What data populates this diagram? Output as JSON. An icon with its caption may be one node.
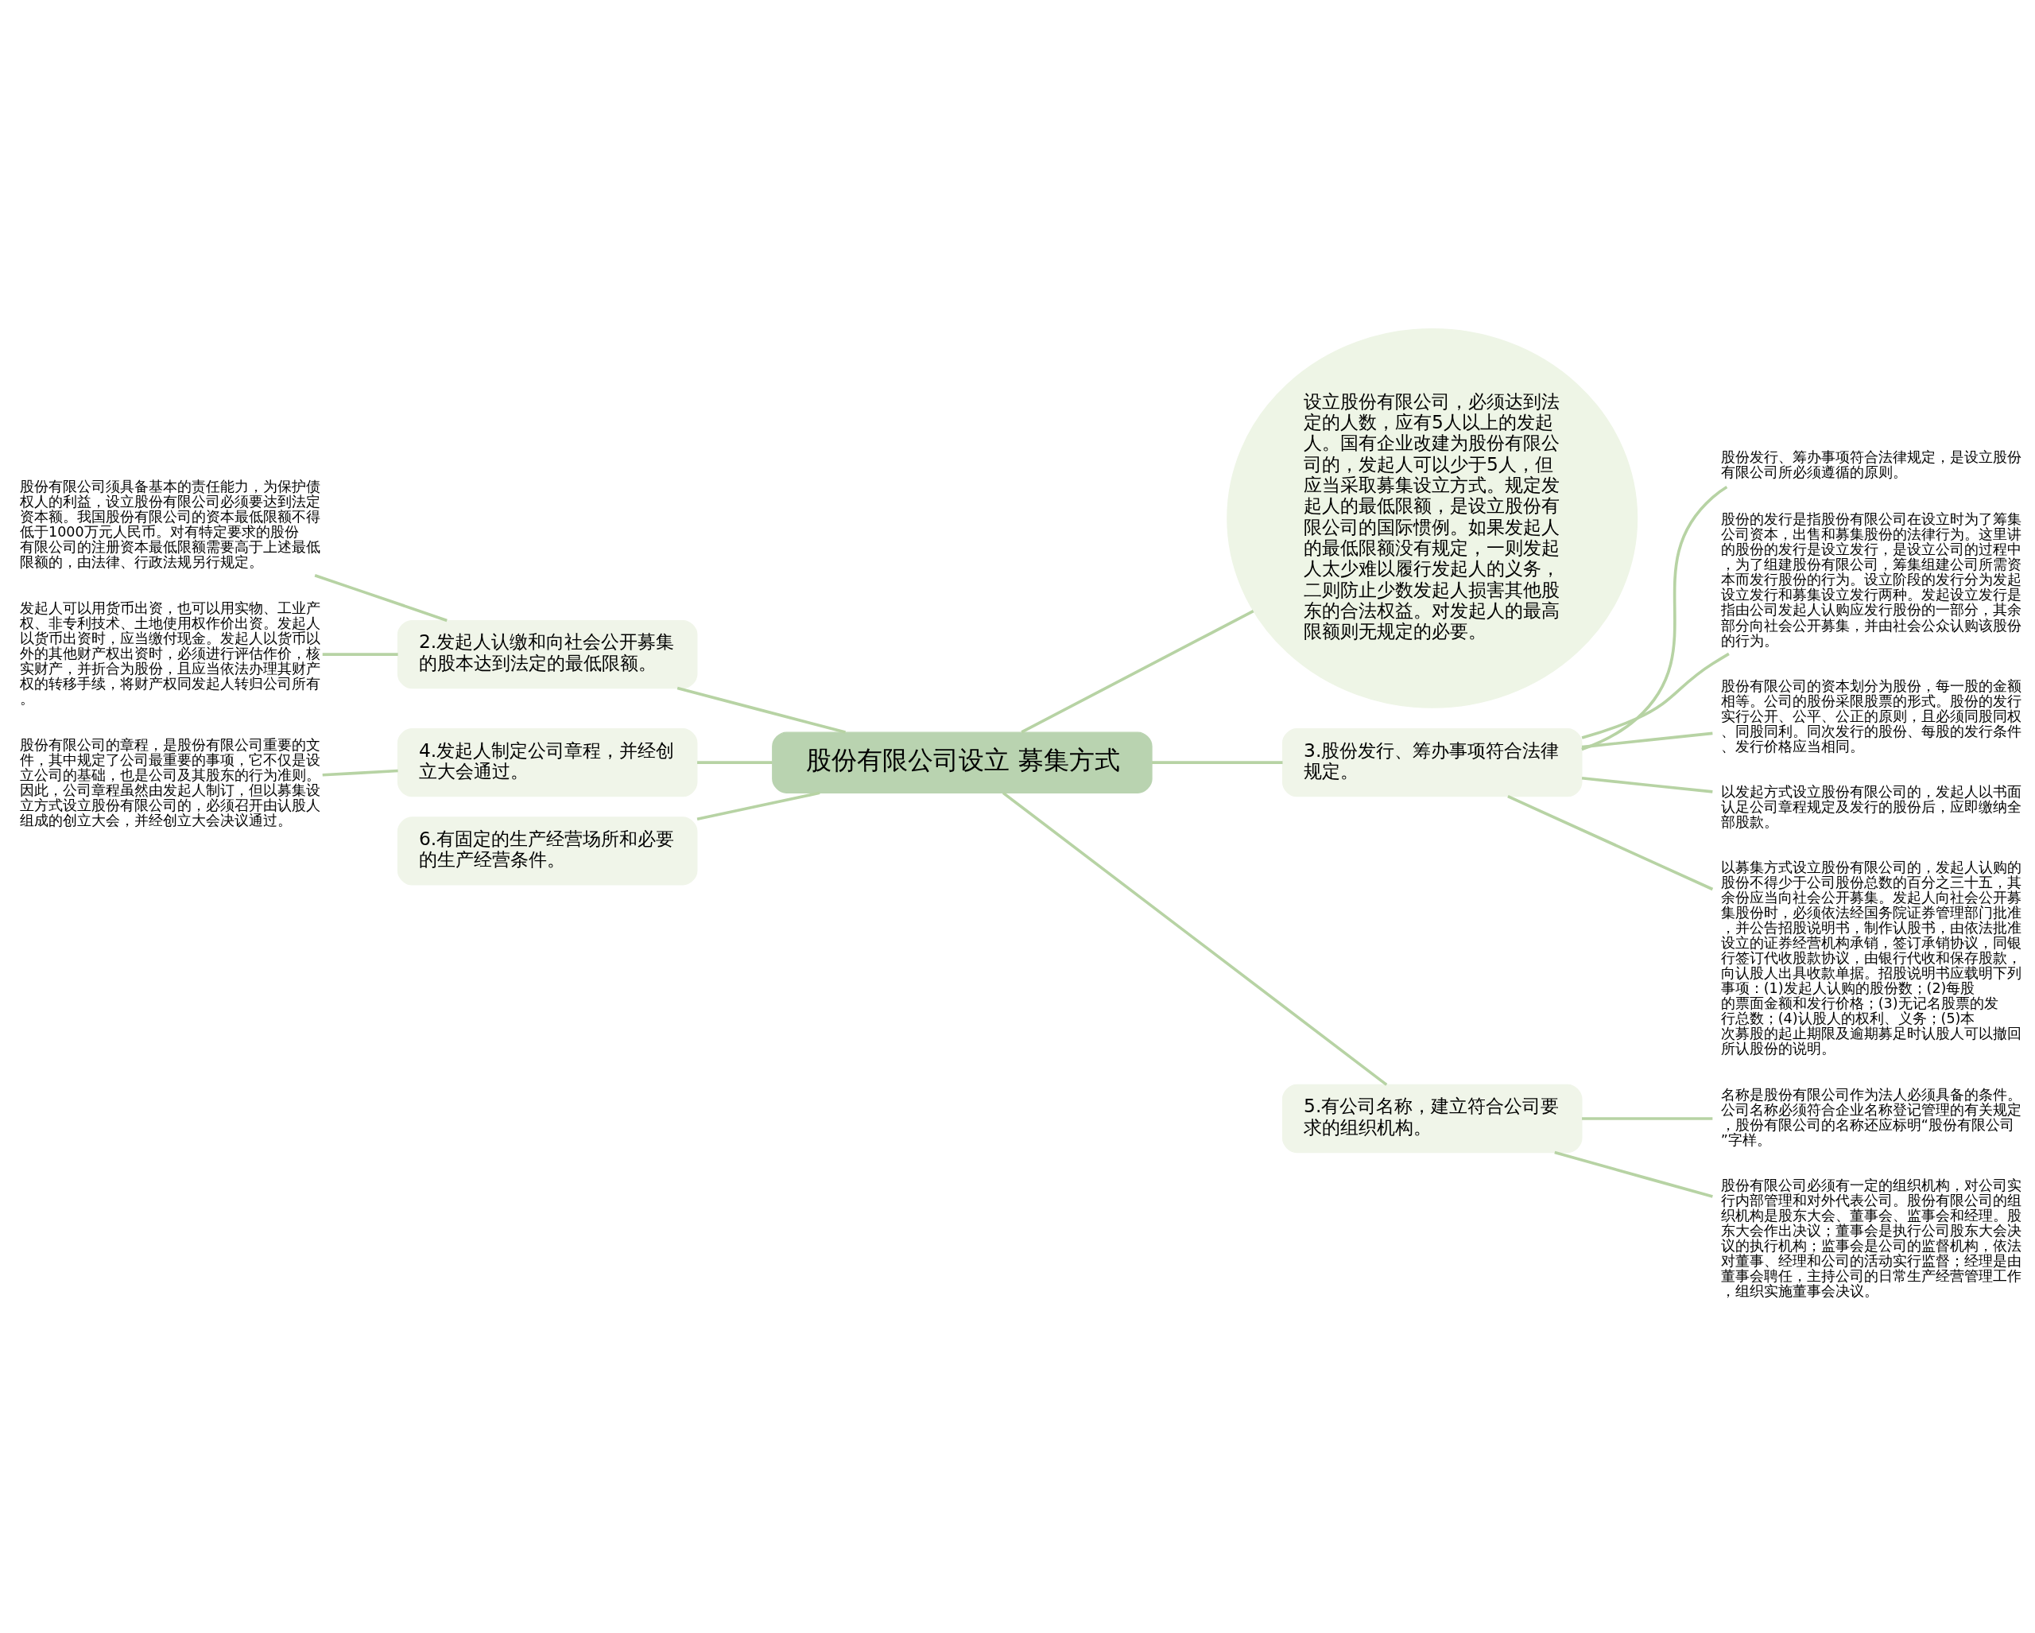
{
  "diagram": {
    "nodes": [
      {
        "text": [
          "股份有限公司设立 募集方式"
        ]
      },
      {
        "text": [
          "设立股份有限公司，必须达到法定的人数，应有5人以上的发起人。国有企业改建为股份有限公司的，发起人可以少于5人，但应当采取募集设立方式。规定发起人的最低限额，是设立股份有限公司的国际惯例。如果发起人的最低限额没有规定，一则发起人太少难以履行发起人的义务，二则防止少数发起人损害其他股东的合法权益。对发起人的最高限额则无规定的必要。"
        ]
      },
      {
        "text": [
          "2.发起人认缴和向社会公开募集的股本达到法定的最低限额。"
        ]
      },
      {
        "text": [
          "股份有限公司须具备基本的责任能力，为保护债权人的利益，设立股份有限公司必须要达到法定资本额。我国股份有限公司的资本最低限额不得低于1000万元人民币。对有特定要求的股份有限公司的注册资本最低限额需要高于上述最低限额的，由法律、行政法规另行规定。"
        ]
      },
      {
        "text": [
          "发起人可以用货币出资，也可以用实物、工业产权、非专利技术、土地使用权作价出资。发起人以货币出资时，应当缴付现金。发起人以货币以外的其他财产权出资时，必须进行评估作价，核实财产，并折合为股份，且应当依法办理其财产权的转移手续，将财产权同发起人转归公司所有。"
        ]
      },
      {
        "text": [
          "3.股份发行、筹办事项符合法律规定。"
        ]
      },
      {
        "text": [
          "股份发行、筹办事项符合法律规定，是设立股份有限公司所必须遵循的原则。"
        ]
      },
      {
        "text": [
          "股份的发行是指股份有限公司在设立时为了筹集公司资本，出售和募集股份的法律行为。这里讲的股份的发行是设立发行，是设立公司的过程中，为了组建股份有限公司，筹集组建公司所需资本而发行股份的行为。设立阶段的发行分为发起设立发行和募集设立发行两种。发起设立发行是指由公司发起人认购应发行股份的一部分，其余部分向社会公开募集，并由社会公众认购该股份的行为。"
        ]
      },
      {
        "text": [
          "股份有限公司的资本划分为股份，每一股的金额相等。公司的股份采限股票的形式。股份的发行实行公开、公平、公正的原则，且必须同股同权、同股同利。同次发行的股份、每股的发行条件、发行价格应当相同。"
        ]
      },
      {
        "text": [
          "以发起方式设立股份有限公司的，发起人以书面认足公司章程规定及发行的股份后，应即缴纳全部股款。"
        ]
      },
      {
        "text": [
          "以募集方式设立股份有限公司的，发起人认购的股份不得少于公司股份总数的百分之三十五，其余份应当向社会公开募集。发起人向社会公开募集股份时，必须依法经国务院证券管理部门批准，并公告招股说明书，制作认股书，由依法批准设立的证券经营机构承销，签订承销协议，同银行签订代收股款协议，由银行代收和保存股款，向认股人出具收款单据。招股说明书应载明下列事项：(1)发起人认购的股份数；(2)每股的票面金额和发行价格；(3)无记名股票的发行总数；(4)认股人的权利、义务；(5)本次募股的起止期限及逾期募足时认股人可以撤回所认股份的说明。"
        ]
      },
      {
        "text": [
          "4.发起人制定公司章程，并经创立大会通过。"
        ]
      },
      {
        "text": [
          "股份有限公司的章程，是股份有限公司重要的文件，其中规定了公司最重要的事项，它不仅是设立公司的基础，也是公司及其股东的行为准则。因此，公司章程虽然由发起人制订，但以募集设立方式设立股份有限公司的，必须召开由认股人组成的创立大会，并经创立大会决议通过。"
        ]
      },
      {
        "text": [
          "5.有公司名称，建立符合公司要求的组织机构。"
        ]
      },
      {
        "text": [
          "名称是股份有限公司作为法人必须具备的条件。公司名称必须符合企业名称登记管理的有关规定，股份有限公司的名称还应标明“股份有限公司”字样。"
        ]
      },
      {
        "text": [
          "股份有限公司必须有一定的组织机构，对公司实行内部管理和对外代表公司。股份有限公司的组织机构是股东大会、董事会、监事会和经理。股东大会作出决议；董事会是执行公司股东大会决议的执行机构；监事会是公司的监督机构，依法对董事、经理和公司的活动实行监督；经理是由董事会聘任，主持公司的日常生产经营管理工作，组织实施董事会决议。"
        ]
      },
      {
        "text": [
          "6.有固定的生产经营场所和必要的生产经营条件。"
        ]
      }
    ],
    "edges": [
      {
        "from": 0,
        "to": 1,
        "arrow": "none"
      },
      {
        "from": 0,
        "to": 2,
        "arrow": "none"
      },
      {
        "from": 2,
        "to": 3,
        "arrow": "none"
      },
      {
        "from": 2,
        "to": 4,
        "arrow": "none"
      },
      {
        "from": 0,
        "to": 5,
        "arrow": "none"
      },
      {
        "from": 5,
        "to": 6,
        "arrow": "none"
      },
      {
        "from": 5,
        "to": 7,
        "arrow": "none"
      },
      {
        "from": 5,
        "to": 8,
        "arrow": "none"
      },
      {
        "from": 5,
        "to": 9,
        "arrow": "none"
      },
      {
        "from": 5,
        "to": 10,
        "arrow": "none"
      },
      {
        "from": 0,
        "to": 11,
        "arrow": "none"
      },
      {
        "from": 11,
        "to": 12,
        "arrow": "none"
      },
      {
        "from": 0,
        "to": 13,
        "arrow": "none"
      },
      {
        "from": 13,
        "to": 14,
        "arrow": "none"
      },
      {
        "from": 13,
        "to": 15,
        "arrow": "none"
      },
      {
        "from": 0,
        "to": 16,
        "arrow": "none"
      }
    ]
  }
}
